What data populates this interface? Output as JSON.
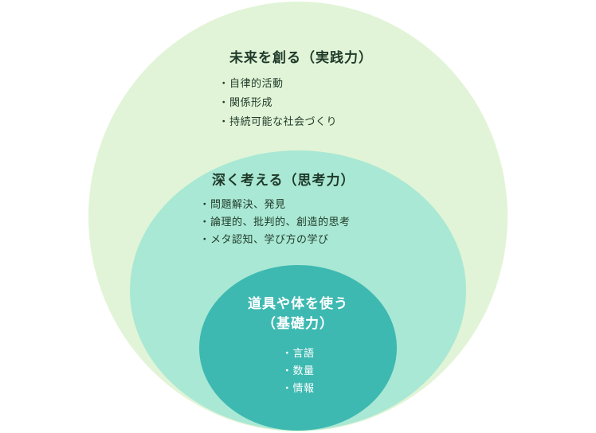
{
  "colors": {
    "outer_fill": "#e1f4d7",
    "middle_fill": "#a9e8d4",
    "inner_fill": "#3db9b1",
    "dark_text": "#1f3a2a",
    "light_text": "#ffffff"
  },
  "outer": {
    "title": "未来を創る（実践力）",
    "items": [
      "自律的活動",
      "関係形成",
      "持続可能な社会づくり"
    ]
  },
  "middle": {
    "title": "深く考える（思考力）",
    "items": [
      "問題解決、発見",
      "論理的、批判的、創造的思考",
      "メタ認知、学び方の学び"
    ]
  },
  "inner": {
    "title_line1": "道具や体を使う",
    "title_line2": "（基礎力）",
    "items": [
      "言語",
      "数量",
      "情報"
    ]
  },
  "bullet": "・"
}
